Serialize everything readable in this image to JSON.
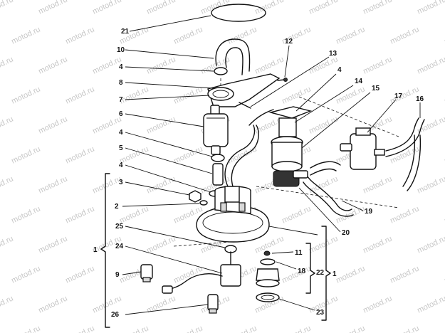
{
  "watermark": "motod.ru",
  "labels": {
    "l21": "21",
    "l10": "10",
    "l4a": "4",
    "l8": "8",
    "l7": "7",
    "l6": "6",
    "l4b": "4",
    "l5": "5",
    "l4c": "4",
    "l3": "3",
    "l2": "2",
    "l1a": "1",
    "l25": "25",
    "l24": "24",
    "l9": "9",
    "l26": "26",
    "l12": "12",
    "l13": "13",
    "l4d": "4",
    "l14": "14",
    "l15": "15",
    "l17": "17",
    "l16": "16",
    "l19": "19",
    "l20": "20",
    "l11": "11",
    "l18": "18",
    "l22": "22",
    "l1b": "1",
    "l23": "23"
  }
}
